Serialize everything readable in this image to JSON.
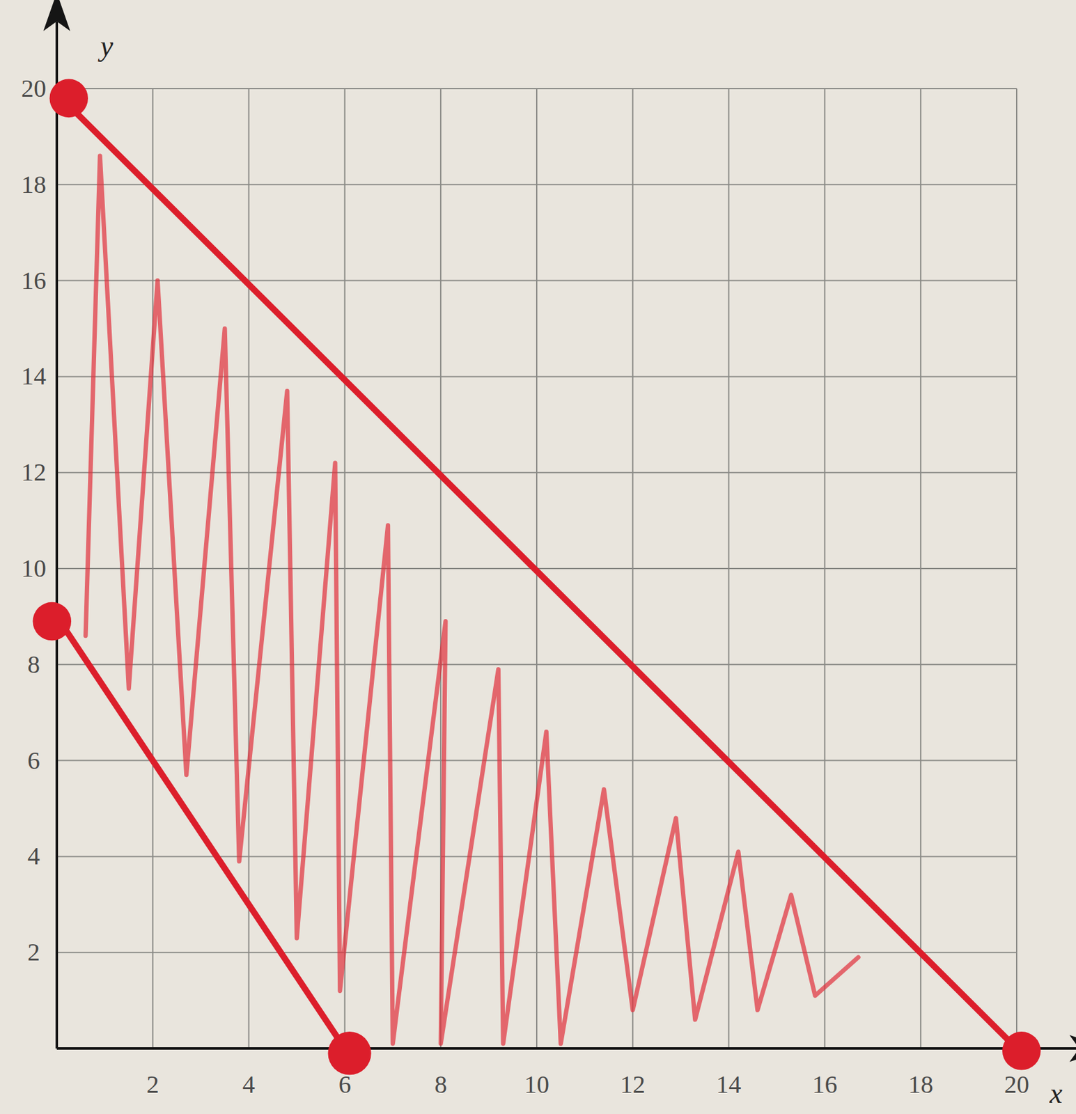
{
  "diagram": {
    "labels": [
      "y",
      "20",
      "18",
      "16",
      "14",
      "12",
      "10",
      "8",
      "6",
      "4",
      "2",
      "2",
      "4",
      "6",
      "8",
      "10",
      "12",
      "14",
      "16",
      "18",
      "20",
      "x"
    ]
  }
}
